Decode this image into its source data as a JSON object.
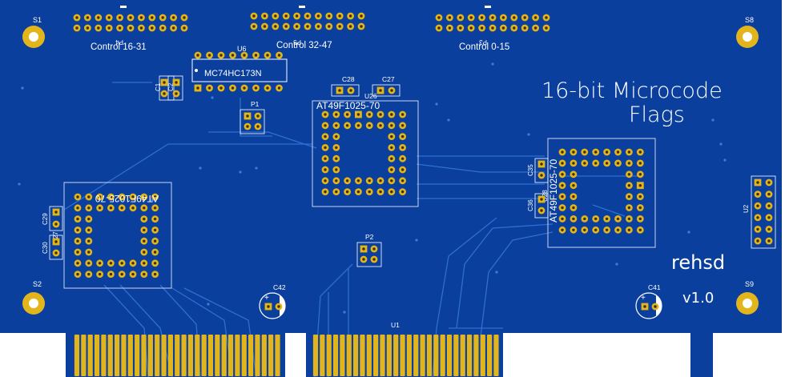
{
  "colors": {
    "board": "#0a3f9e",
    "board_dark": "#082f78",
    "trace": "#2f6fd0",
    "pad": "#e3b51c",
    "pad_hole": "#3a3000",
    "silk": "#ffffff",
    "outline": "#c9d6ec"
  },
  "board_text": {
    "title_line1": "16-bit Microcode",
    "title_line2": "Flags",
    "author": "rehsd",
    "version": "v1.0"
  },
  "headers": {
    "control_16_31": "Control 16-31",
    "control_32_47": "Control 32-47",
    "control_0_15": "Control 0-15",
    "p4": "P4",
    "p5": "P5",
    "p3": "P3"
  },
  "refs": {
    "s1": "S1",
    "s2": "S2",
    "s8": "S8",
    "s9": "S9",
    "u6": "U6",
    "u6_part": "MC74HC173N",
    "c1": "C1",
    "c2": "C2",
    "c27": "C27",
    "c28": "C28",
    "p1": "P1",
    "p2": "P2",
    "u26": "U26",
    "u26_part": "AT49F1025-70",
    "u27": "U27",
    "u27_part": "AT49F1025-70",
    "u28": "U28",
    "u28_part": "AT49F1025-70",
    "c29": "C29",
    "c30": "C30",
    "c35": "C35",
    "c36": "C36",
    "c41": "C41",
    "c42": "C42",
    "u1": "U1",
    "u2": "U2"
  }
}
